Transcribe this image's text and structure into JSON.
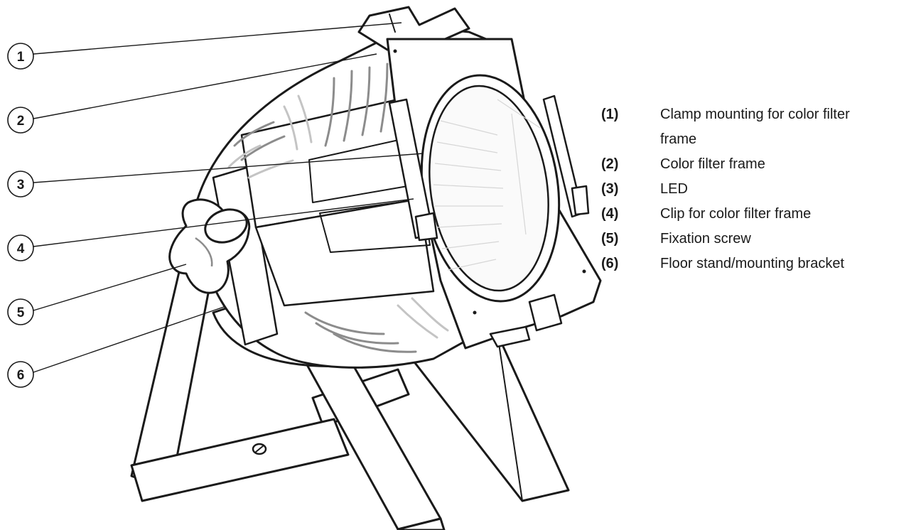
{
  "callouts": [
    {
      "num": "1"
    },
    {
      "num": "2"
    },
    {
      "num": "3"
    },
    {
      "num": "4"
    },
    {
      "num": "5"
    },
    {
      "num": "6"
    }
  ],
  "legend": [
    {
      "num": "(1)",
      "text": "Clamp mounting for color filter frame"
    },
    {
      "num": "(2)",
      "text": "Color filter frame"
    },
    {
      "num": "(3)",
      "text": "LED"
    },
    {
      "num": "(4)",
      "text": "Clip for color filter frame"
    },
    {
      "num": "(5)",
      "text": "Fixation screw"
    },
    {
      "num": "(6)",
      "text": "Floor stand/mounting bracket"
    }
  ],
  "colors": {
    "ink": "#1a1a1a",
    "grey": "#8c8c8c",
    "light_grey": "#c4c4c4"
  }
}
